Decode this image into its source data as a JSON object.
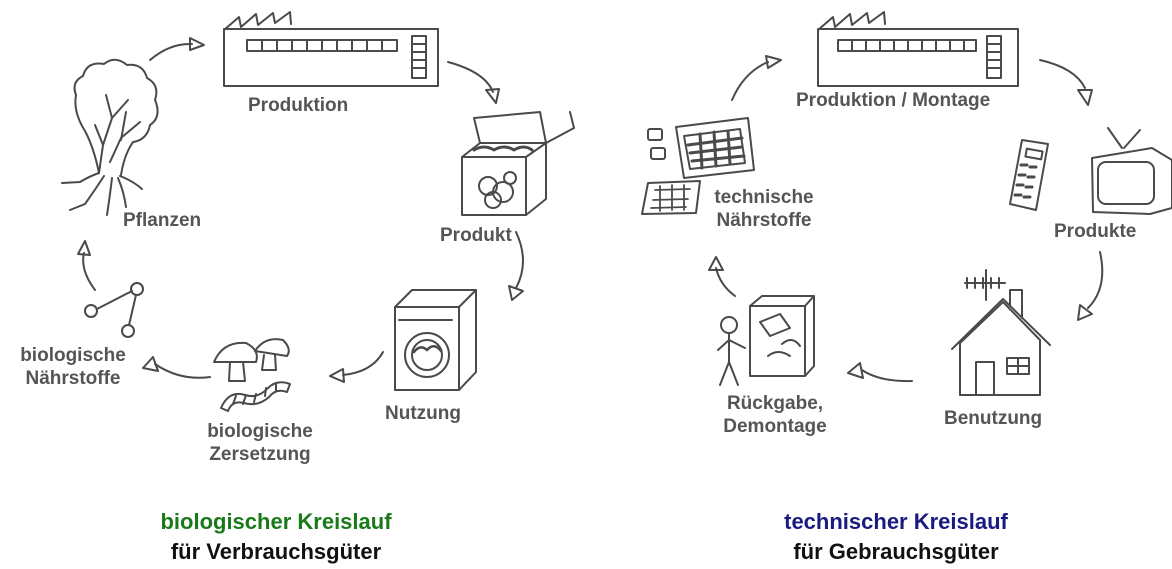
{
  "biological_cycle": {
    "title": "biologischer Kreislauf",
    "subtitle": "für Verbrauchsgüter",
    "title_color": "#1a7a1a",
    "stages": {
      "produktion": "Produktion",
      "produkt": "Produkt",
      "nutzung": "Nutzung",
      "zersetzung_1": "biologische",
      "zersetzung_2": "Zersetzung",
      "naehrstoffe_1": "biologische",
      "naehrstoffe_2": "Nährstoffe",
      "pflanzen": "Pflanzen"
    }
  },
  "technical_cycle": {
    "title": "technischer Kreislauf",
    "subtitle": "für Gebrauchsgüter",
    "title_color": "#1a1a80",
    "stages": {
      "produktion": "Produktion / Montage",
      "produkte": "Produkte",
      "benutzung": "Benutzung",
      "rueckgabe_1": "Rückgabe,",
      "rueckgabe_2": "Demontage",
      "naehrstoffe_1": "technische",
      "naehrstoffe_2": "Nährstoffe"
    }
  },
  "icons": [
    "factory-icon",
    "open-box-icon",
    "washing-machine-icon",
    "mushroom-icon",
    "worm-icon",
    "molecule-icon",
    "tree-icon",
    "calculator-icon",
    "television-icon",
    "house-icon",
    "person-icon",
    "disassembly-bin-icon",
    "circuit-board-icon",
    "chip-icon",
    "screen-icon"
  ]
}
